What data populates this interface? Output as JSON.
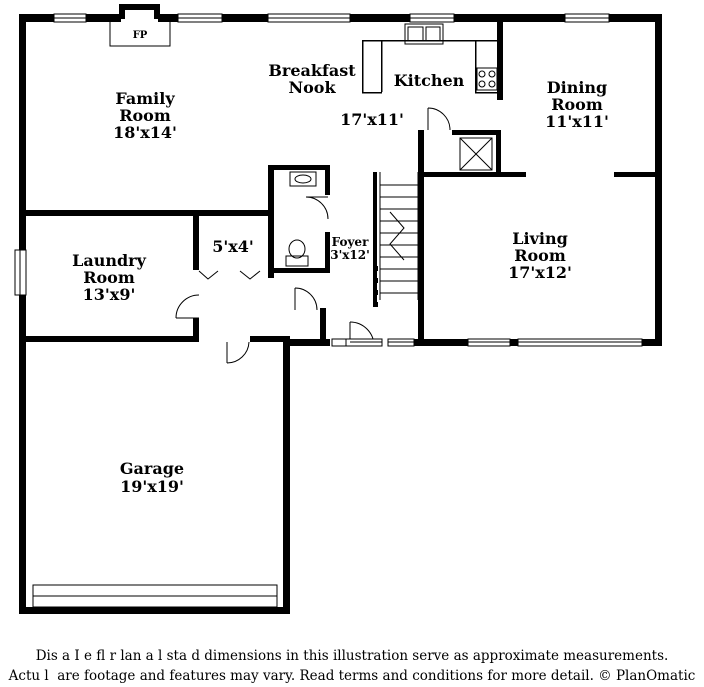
{
  "rooms": {
    "family": {
      "name": [
        "Family",
        "Room"
      ],
      "dims": "18'x14'"
    },
    "breakfast": {
      "name": [
        "Breakfast",
        "Nook"
      ],
      "dims": "17'x11'"
    },
    "kitchen": {
      "name": [
        "Kitchen"
      ]
    },
    "dining": {
      "name": [
        "Dining",
        "Room"
      ],
      "dims": "11'x11'"
    },
    "living": {
      "name": [
        "Living",
        "Room"
      ],
      "dims": "17'x12'"
    },
    "laundry": {
      "name": [
        "Laundry",
        "Room"
      ],
      "dims": "13'x9'"
    },
    "closet": {
      "dims": "5'x4'"
    },
    "foyer": {
      "name": [
        "Foyer"
      ],
      "dims": "3'x12'"
    },
    "garage": {
      "name": [
        "Garage"
      ],
      "dims": "19'x19'"
    }
  },
  "fireplace_label": "FP",
  "disclaimer": [
    "Dis     a       I     e fl      r  lan  a     l  sta    d dimensions in this illustration serve as approximate measurements.",
    "Actu  l  ‌   are footage and features may vary. Read terms and conditions for more detail. © PlanOmatic"
  ]
}
